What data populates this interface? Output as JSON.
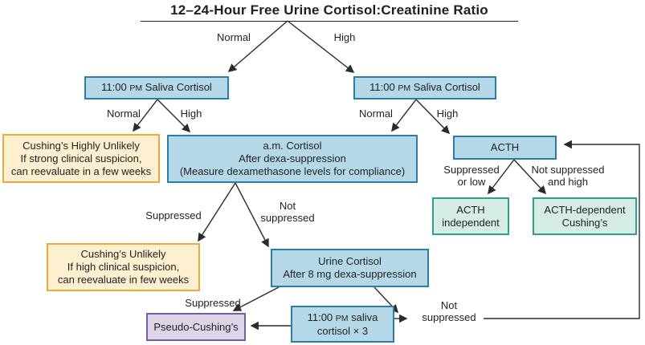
{
  "title": "12–24-Hour Free Urine Cortisol:Creatinine Ratio",
  "nodes": {
    "saliva_left": {
      "pre": "11:00 ",
      "sc": "PM",
      "post": " Saliva Cortisol"
    },
    "saliva_right": {
      "pre": "11:00 ",
      "sc": "PM",
      "post": " Saliva Cortisol"
    },
    "cushings_highly_unlikely": {
      "lines": [
        "Cushing’s Highly Unlikely",
        "If strong clinical suspicion,",
        "can reevaluate in a few weeks"
      ]
    },
    "am_cortisol": {
      "lines": [
        "a.m. Cortisol",
        "After dexa-suppression",
        "(Measure dexamethasone levels for compliance)"
      ]
    },
    "acth": {
      "label": "ACTH"
    },
    "acth_independent": {
      "lines": [
        "ACTH",
        "independent"
      ]
    },
    "acth_dependent": {
      "lines": [
        "ACTH-dependent",
        "Cushing’s"
      ]
    },
    "cushings_unlikely": {
      "lines": [
        "Cushing’s Unlikely",
        "If high clinical suspicion,",
        "can reevaluate in few weeks"
      ]
    },
    "urine_cortisol": {
      "lines": [
        "Urine Cortisol",
        "After 8 mg dexa-suppression"
      ]
    },
    "pseudo_cushings": {
      "label": "Pseudo-Cushing’s"
    },
    "saliva_x3": {
      "pre": "11:00 ",
      "sc": "PM",
      "post": " saliva",
      "line2": "cortisol × 3"
    }
  },
  "edge_labels": {
    "root_normal": "Normal",
    "root_high": "High",
    "saliva_left_normal": "Normal",
    "saliva_left_high": "High",
    "saliva_right_normal": "Normal",
    "saliva_right_high": "High",
    "am_suppressed": "Suppressed",
    "am_not_suppressed": [
      "Not",
      "suppressed"
    ],
    "acth_suppressed": [
      "Suppressed",
      "or low"
    ],
    "acth_not_suppressed": [
      "Not suppressed",
      "and high"
    ],
    "urine_suppressed": "Suppressed",
    "loop_not_suppressed": [
      "Not",
      "suppressed"
    ]
  },
  "colors": {
    "blue_fill": "#b5d8e9",
    "blue_border": "#2b7fa6",
    "orange_fill": "#fdf0d0",
    "orange_border": "#f0a73c",
    "teal_fill": "#d6ede6",
    "teal_border": "#2f9e92",
    "purple_fill": "#ddd5e7",
    "purple_border": "#70609f",
    "line": "#2b2b2b"
  }
}
